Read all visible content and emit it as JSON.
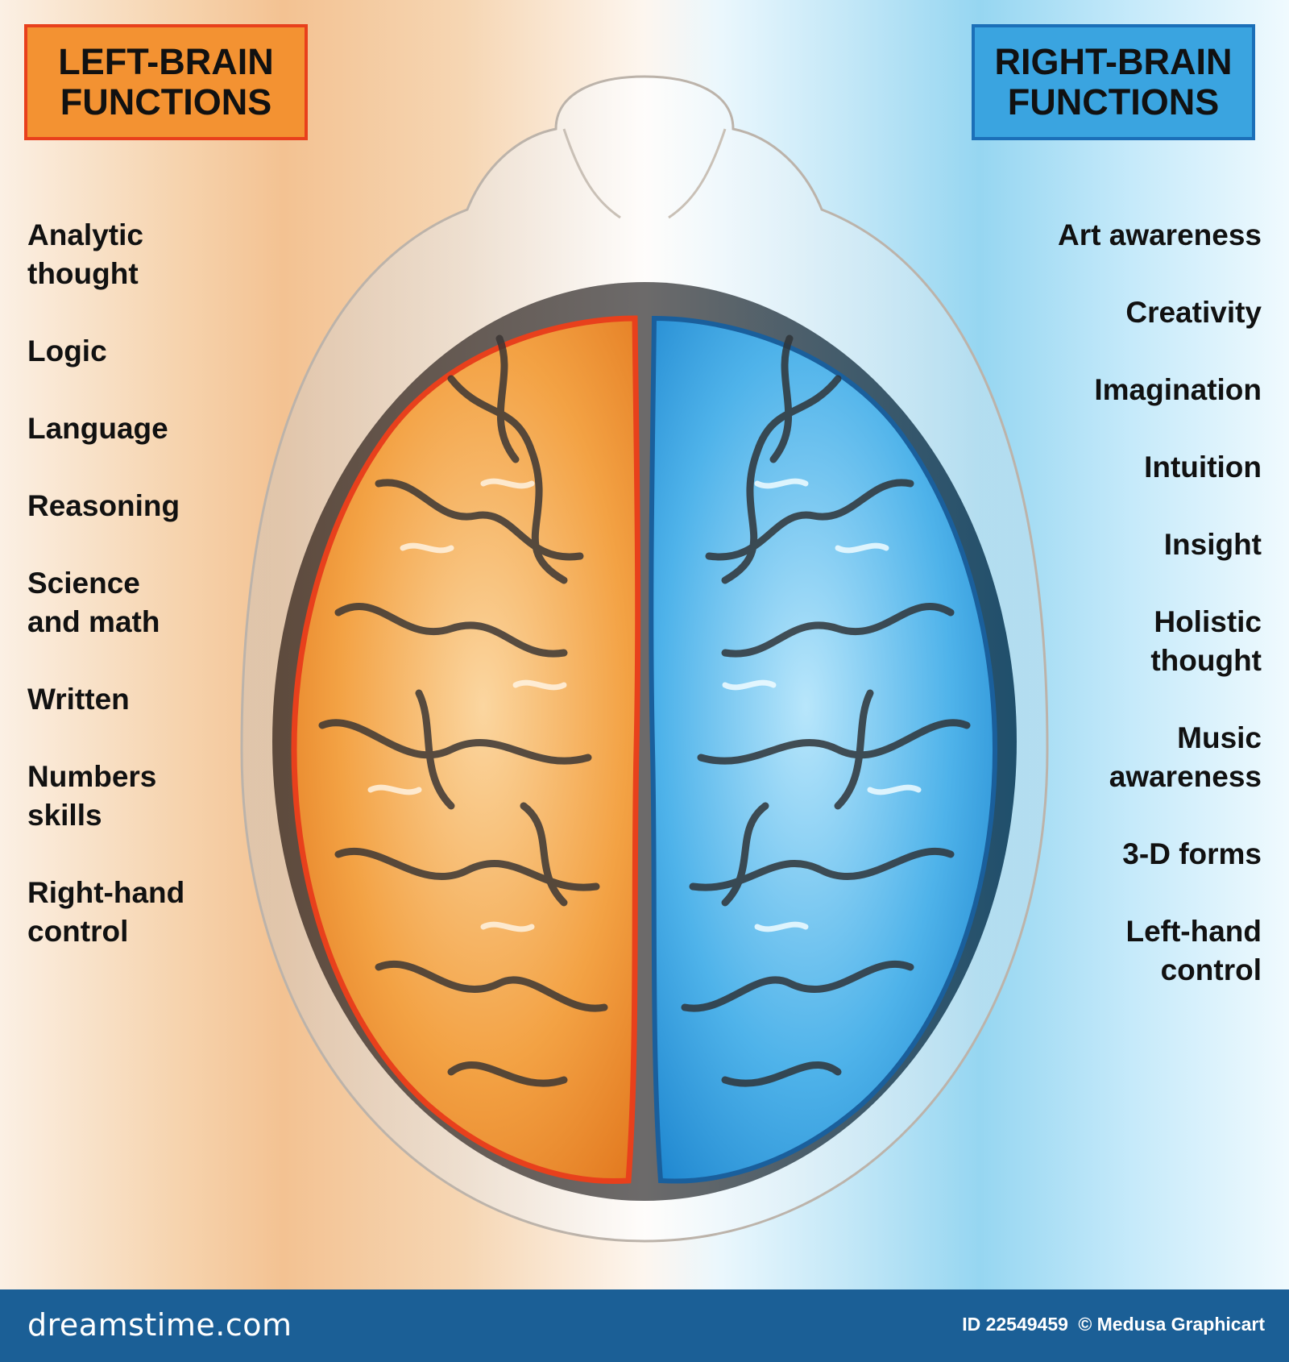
{
  "colors": {
    "left_accent": "#f39232",
    "right_accent": "#3aa4e0",
    "footer_bg": "#1b5f96"
  },
  "left": {
    "title": [
      "LEFT-BRAIN",
      "FUNCTIONS"
    ],
    "functions": [
      [
        "Analytic",
        "thought"
      ],
      [
        "Logic"
      ],
      [
        "Language"
      ],
      [
        "Reasoning"
      ],
      [
        "Science",
        "and math"
      ],
      [
        "Written"
      ],
      [
        "Numbers",
        "skills"
      ],
      [
        "Right-hand",
        "control"
      ]
    ]
  },
  "right": {
    "title": [
      "RIGHT-BRAIN",
      "FUNCTIONS"
    ],
    "functions": [
      [
        "Art awareness"
      ],
      [
        "Creativity"
      ],
      [
        "Imagination"
      ],
      [
        "Intuition"
      ],
      [
        "Insight"
      ],
      [
        "Holistic",
        "thought"
      ],
      [
        "Music",
        "awareness"
      ],
      [
        "3-D forms"
      ],
      [
        "Left-hand",
        "control"
      ]
    ]
  },
  "footer": {
    "logo": "dreamstime.com",
    "id_label": "ID 22549459",
    "copyright": "© Medusa Graphicart"
  }
}
